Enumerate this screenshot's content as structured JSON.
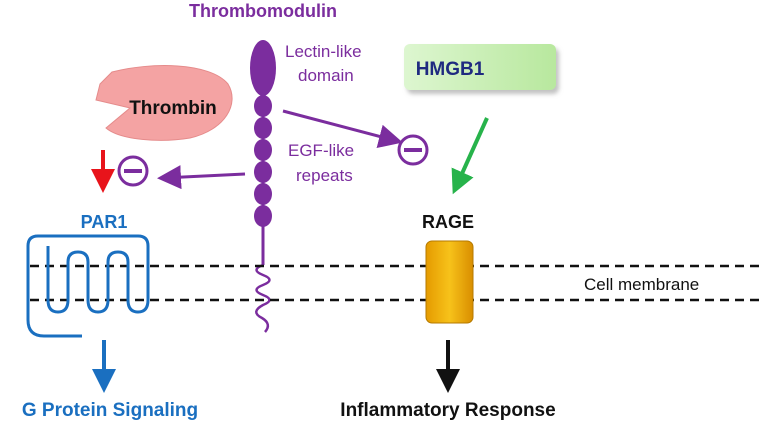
{
  "title": "Thrombomodulin",
  "labels": {
    "lectin_line1": "Lectin-like",
    "lectin_line2": "domain",
    "egf_line1": "EGF-like",
    "egf_line2": "repeats",
    "thrombin": "Thrombin",
    "hmgb1": "HMGB1",
    "par1": "PAR1",
    "rage": "RAGE",
    "cell_membrane": "Cell membrane",
    "g_protein": "G Protein Signaling",
    "inflammatory": "Inflammatory Response"
  },
  "colors": {
    "purple": "#7B2D9E",
    "thrombin_fill": "#F4A3A3",
    "hmgb1_fill": "#C6EFB2",
    "hmgb1_text": "#1F2A80",
    "par1_blue": "#1A6FC0",
    "red_arrow": "#E8141B",
    "green_arrow": "#27B34B",
    "rage_fill": "#F2B705"
  },
  "icons": [
    "inhibit-icon",
    "inhibit-icon"
  ]
}
